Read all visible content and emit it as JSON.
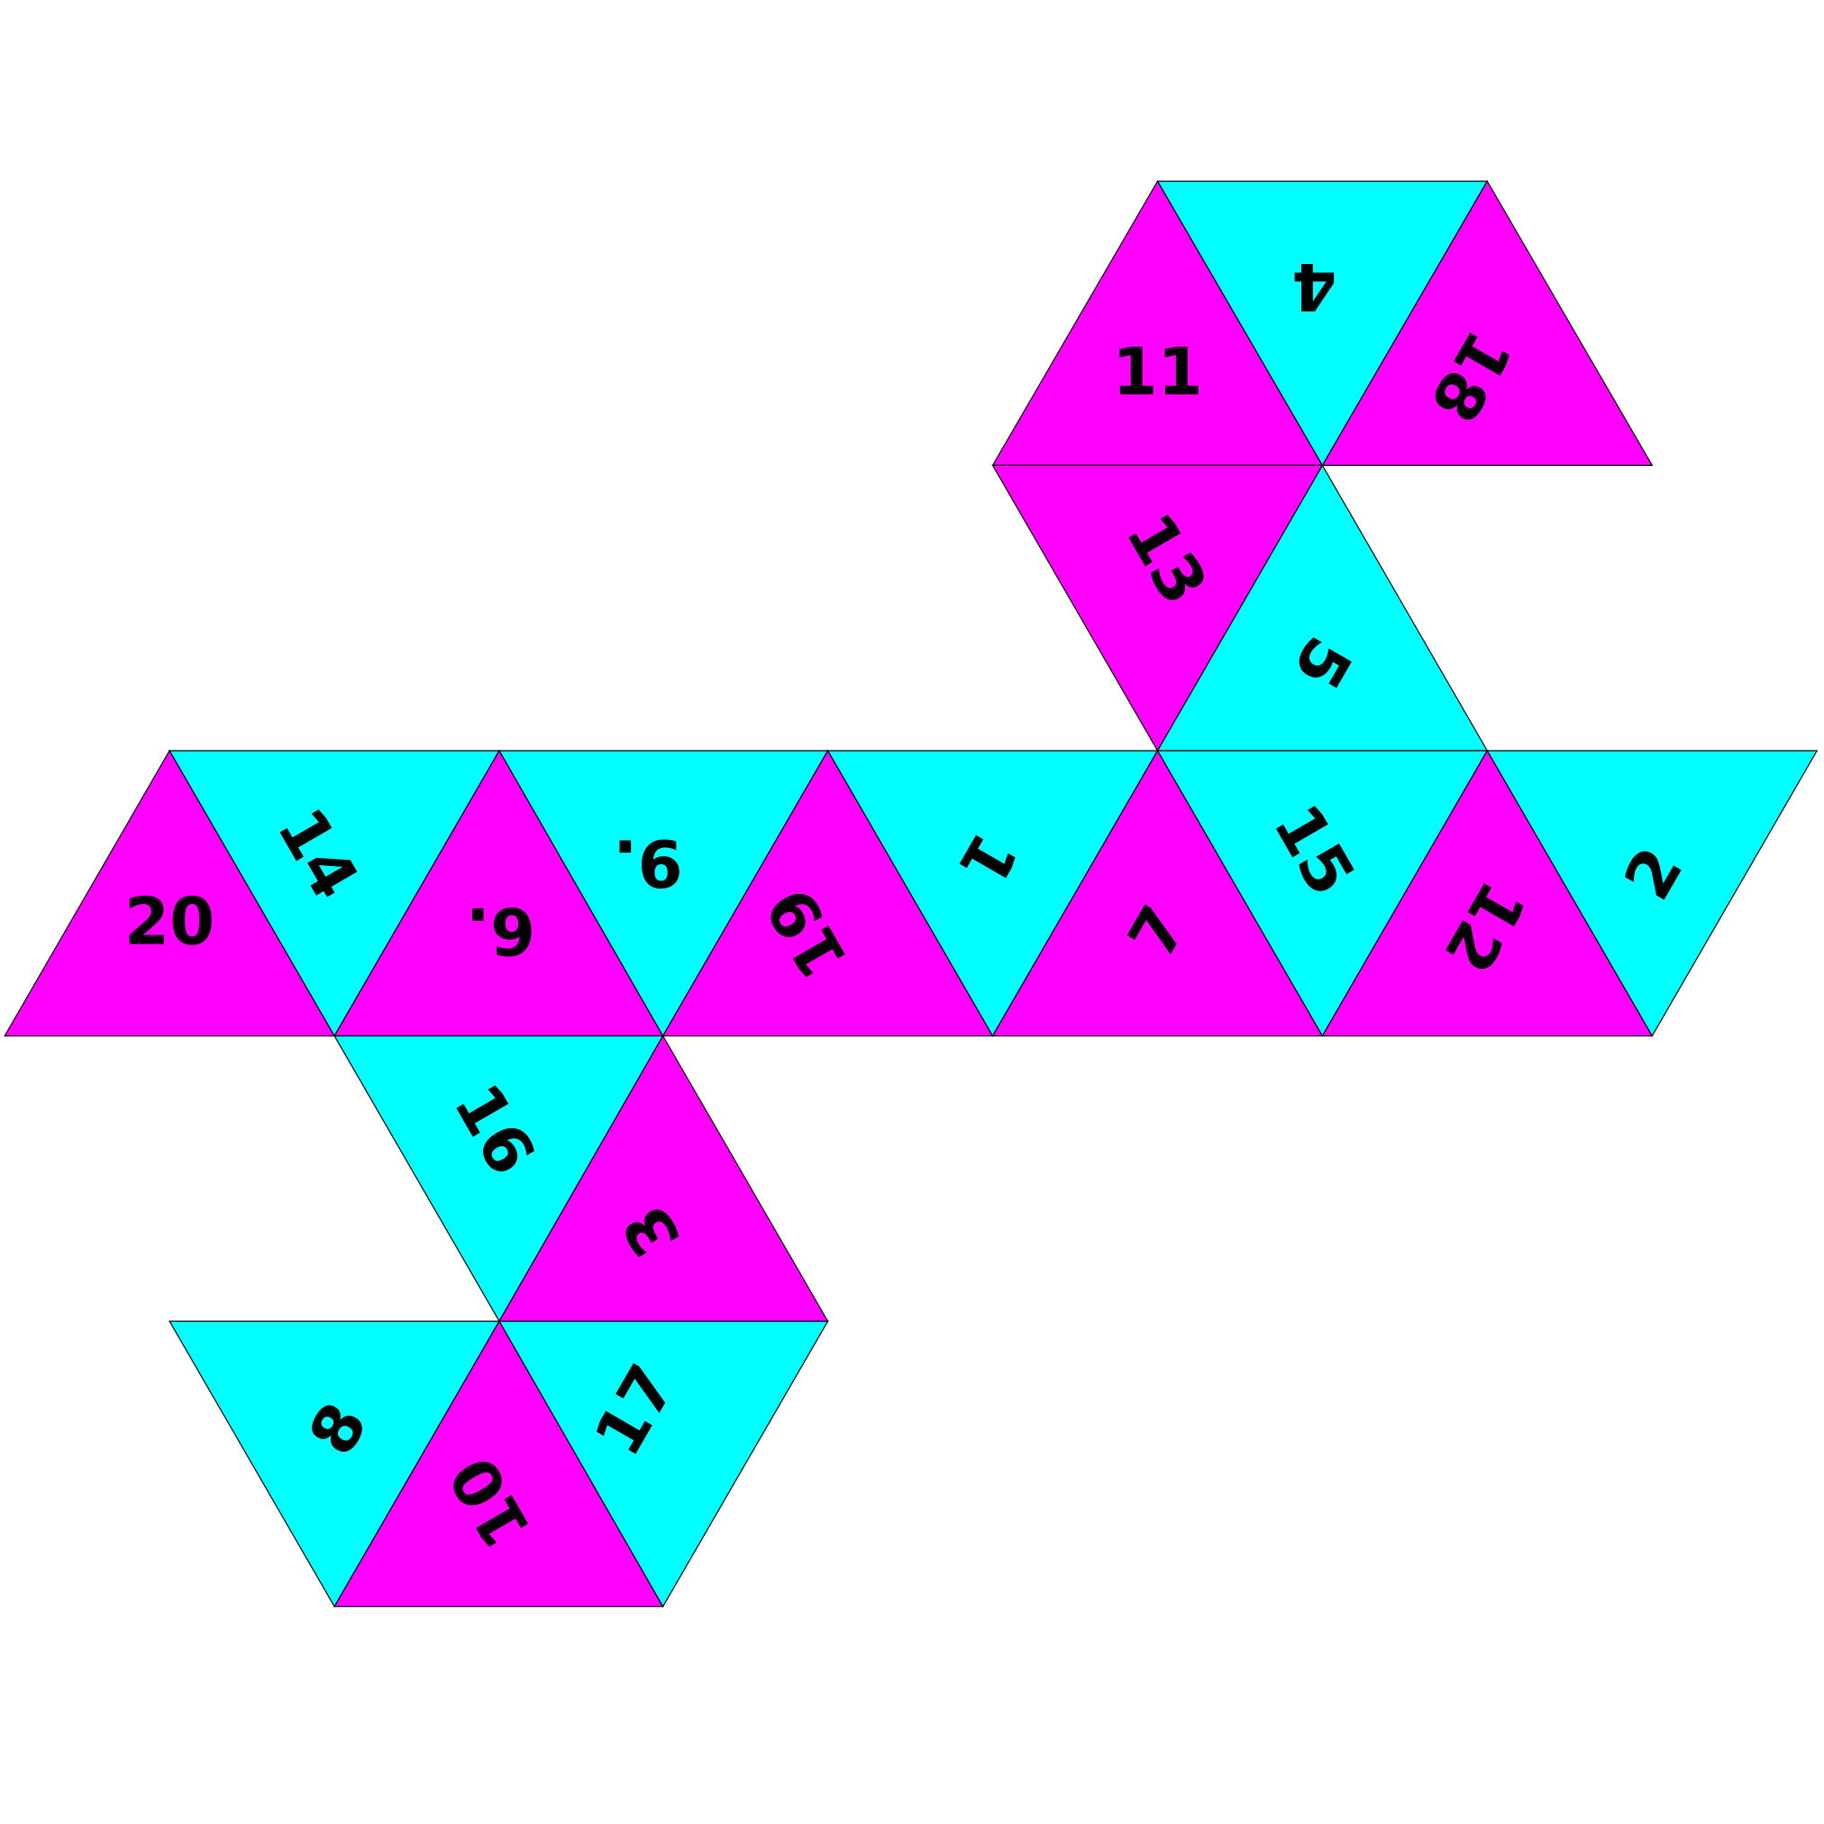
{
  "colors": {
    "magenta": "#ff00ff",
    "cyan": "#00ffff",
    "outline": "#000000",
    "background": "#ffffff"
  },
  "faces": [
    {
      "label": "11",
      "color": "magenta"
    },
    {
      "label": "4",
      "color": "cyan"
    },
    {
      "label": "18",
      "color": "magenta"
    },
    {
      "label": "13",
      "color": "magenta"
    },
    {
      "label": "5",
      "color": "cyan"
    },
    {
      "label": "20",
      "color": "magenta"
    },
    {
      "label": "14",
      "color": "cyan"
    },
    {
      "label": "6.",
      "color": "magenta"
    },
    {
      "label": "9.",
      "color": "cyan"
    },
    {
      "label": "19",
      "color": "magenta"
    },
    {
      "label": "1",
      "color": "cyan"
    },
    {
      "label": "7",
      "color": "magenta"
    },
    {
      "label": "15",
      "color": "cyan"
    },
    {
      "label": "12",
      "color": "magenta"
    },
    {
      "label": "2",
      "color": "cyan"
    },
    {
      "label": "16",
      "color": "cyan"
    },
    {
      "label": "3",
      "color": "magenta"
    },
    {
      "label": "8",
      "color": "cyan"
    },
    {
      "label": "10",
      "color": "magenta"
    },
    {
      "label": "17",
      "color": "cyan"
    }
  ]
}
